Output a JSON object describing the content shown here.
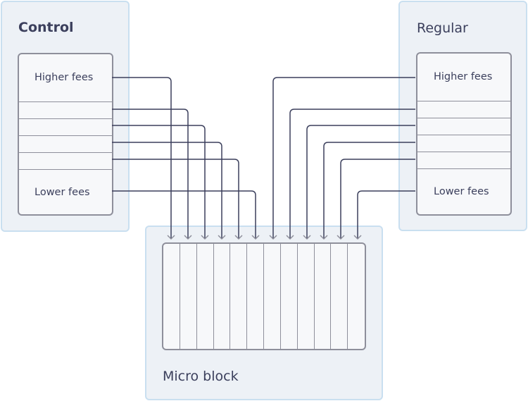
{
  "control": {
    "title": "Control",
    "higher_label": "Higher fees",
    "lower_label": "Lower fees"
  },
  "regular": {
    "title": "Regular",
    "higher_label": "Higher fees",
    "lower_label": "Lower fees"
  },
  "micro_block": {
    "title": "Micro block",
    "slot_count": 12
  },
  "colors": {
    "region_fill": "#edf1f6",
    "region_border": "#c9dff0",
    "line": "#3b3f5c",
    "box_border": "#8e8f9b",
    "box_fill": "#f7f8fa",
    "arrow": "#8e8f9b"
  }
}
